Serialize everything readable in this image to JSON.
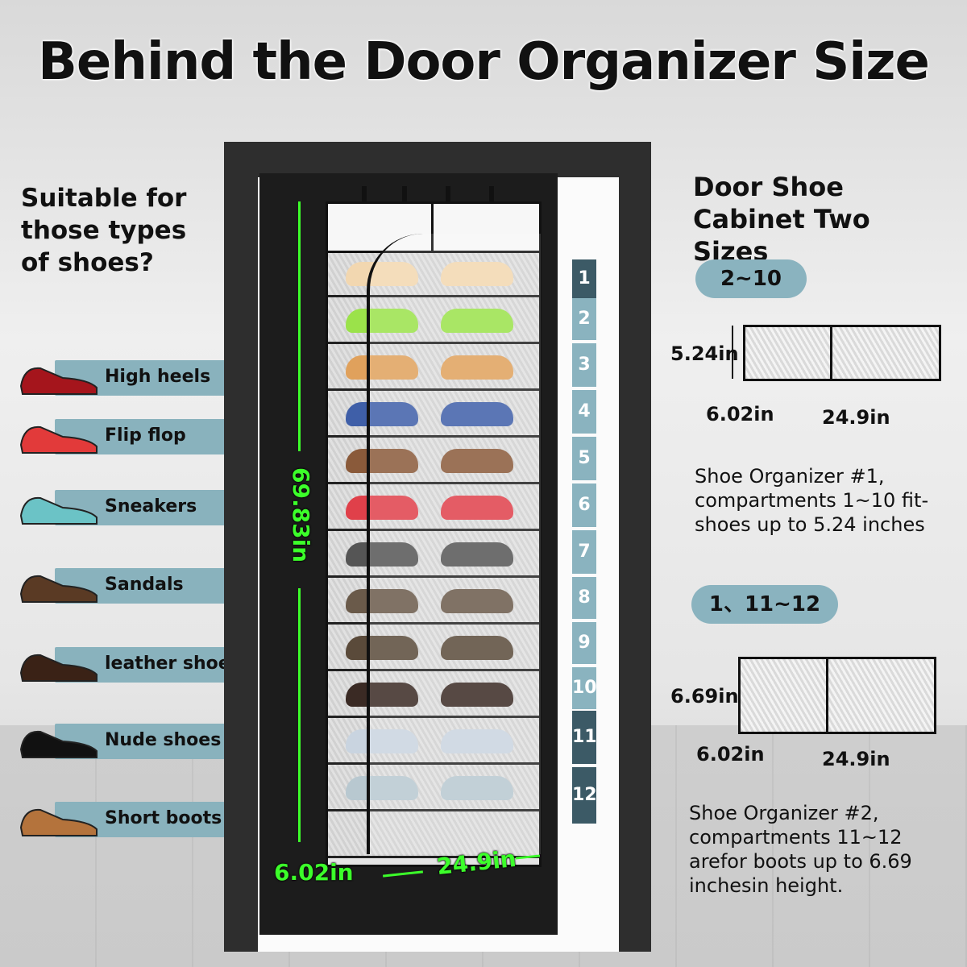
{
  "title": "Behind the Door Organizer Size",
  "left": {
    "question": "Suitable for those types of shoes?",
    "shoes": [
      {
        "label": "High heels",
        "color": "#a5151c"
      },
      {
        "label": "Flip flop",
        "color": "#e23a3a"
      },
      {
        "label": "Sneakers",
        "color": "#6bc3c6"
      },
      {
        "label": "Sandals",
        "color": "#5a3a24"
      },
      {
        "label": "leather shoes",
        "color": "#3a2216"
      },
      {
        "label": "Nude shoes",
        "color": "#111111"
      },
      {
        "label": "Short boots",
        "color": "#b4733c"
      }
    ]
  },
  "organizer": {
    "compartments": [
      "1",
      "2",
      "3",
      "4",
      "5",
      "6",
      "7",
      "8",
      "9",
      "10",
      "11",
      "12"
    ],
    "height_label": "69.83in",
    "depth_label": "6.02in",
    "width_label": "24.9in"
  },
  "right": {
    "heading": "Door Shoe Cabinet Two Sizes",
    "size1": {
      "pill": "2~10",
      "height": "5.24in",
      "depth": "6.02in",
      "width": "24.9in",
      "desc": "Shoe Organizer #1, compartments 1~10 fit-shoes up to 5.24 inches"
    },
    "size2": {
      "pill": "1、11~12",
      "height": "6.69in",
      "depth": "6.02in",
      "width": "24.9in",
      "desc": "Shoe Organizer #2, compartments 11~12 arefor boots up to 6.69 inchesin height."
    }
  },
  "colors": {
    "accent_bar": "#89b2bd",
    "dimension_green": "#3cff2a",
    "number_dark": "#3c5a66",
    "number_light": "#8ab3bf"
  }
}
